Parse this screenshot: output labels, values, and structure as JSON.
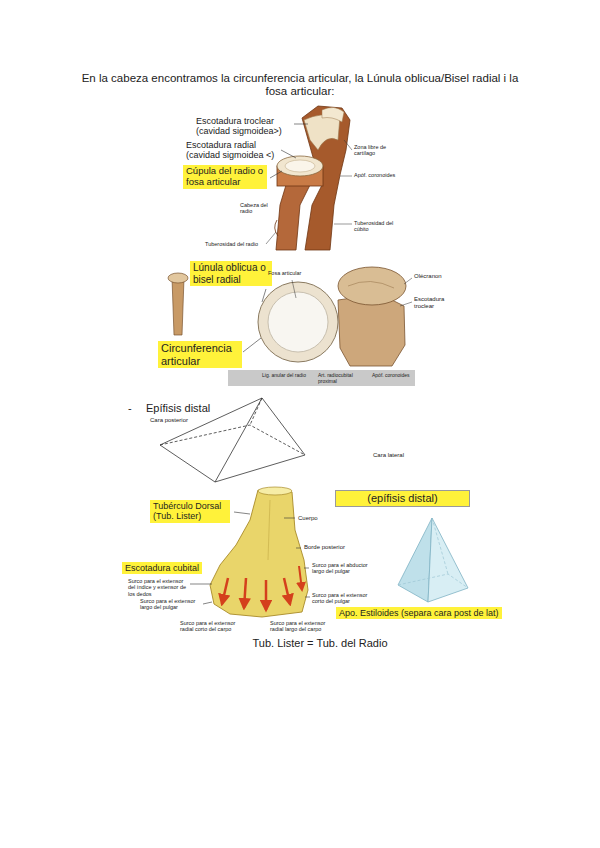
{
  "diagram": {
    "caption": "Tub. Lister = Tub. del Radio",
    "nodes": [
      {
        "text": [
          "Cúpula del radio o fosa articular"
        ]
      },
      {
        "text": [
          "Lúnula oblicua o bisel radial"
        ]
      },
      {
        "text": [
          "Circunferencia articular"
        ]
      },
      {
        "text": [
          "Tubérculo Dorsal (Tub. Lister)"
        ]
      },
      {
        "text": [
          "(epífisis distal)"
        ]
      },
      {
        "text": [
          "Escotadura cubital"
        ]
      },
      {
        "text": [
          "Apo. Estiloides (separa cara post de lat)"
        ]
      }
    ],
    "labels": [
      "En la cabeza encontramos la circunferencia articular, la Lúnula oblicua/Bisel radial i la fosa articular:",
      "Escotadura troclear (cavidad sigmoidea>)",
      "Escotadura radial (cavidad sigmoidea <)",
      "Zona libre de cartílago",
      "Apóf. coronoides",
      "Cabeza del radio",
      "Tuberosidad del cúbito",
      "Tuberosidad del radio",
      "Olécranon",
      "Fosa articular",
      "Escotadura troclear",
      "Lig. anular del radio",
      "Art. radiocubital proximal",
      "Apóf. coronoides",
      "-",
      "Epífisis distal",
      "Cara posterior",
      "Cara lateral",
      "Cuerpo",
      "Borde posterior",
      "Surco para el abductor largo del pulgar",
      "Surco para el extensor del índice y extensor de los dedos",
      "Surco para el extensor corto del pulgar",
      "Surco para el extensor largo del pulgar",
      "Surco para el extensor radial corto del carpo",
      "Surco para el extensor radial largo del carpo"
    ]
  }
}
